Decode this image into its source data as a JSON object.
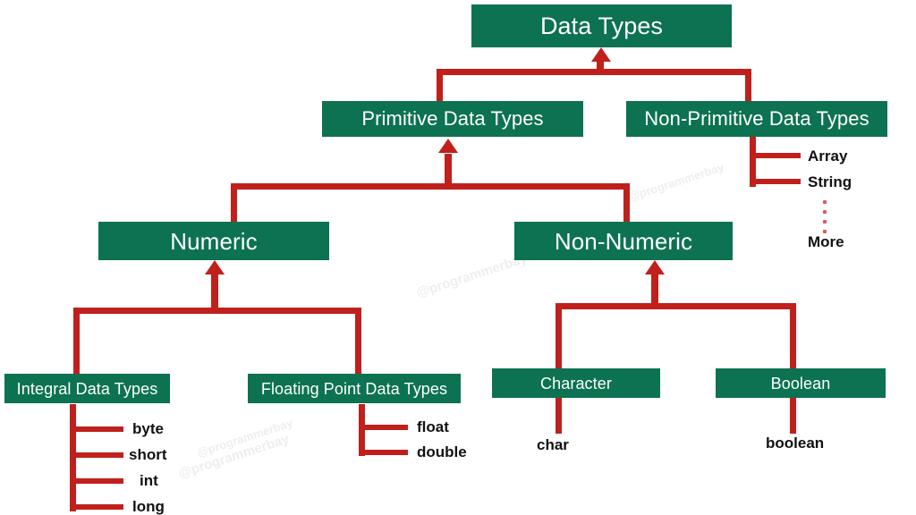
{
  "diagram": {
    "title": "Data Types",
    "accent_green": "#0d7251",
    "accent_red": "#c0201c",
    "background": "#ffffff",
    "nodes": {
      "root": "Data Types",
      "primitive": "Primitive Data Types",
      "non_primitive": "Non-Primitive Data Types",
      "numeric": "Numeric",
      "non_numeric": "Non-Numeric",
      "integral": "Integral Data Types",
      "floating_point": "Floating Point Data Types",
      "character": "Character",
      "boolean": "Boolean"
    },
    "leaves": {
      "array": "Array",
      "string": "String",
      "more": "More",
      "byte": "byte",
      "short": "short",
      "int": "int",
      "long": "long",
      "float": "float",
      "double": "double",
      "char": "char",
      "boolean_kw": "boolean"
    },
    "watermarks": {
      "wm1": "@programmerbay",
      "wm2": "@programmerbay",
      "wm3": "@programmerbay",
      "wm4": "@programmerbay"
    }
  }
}
